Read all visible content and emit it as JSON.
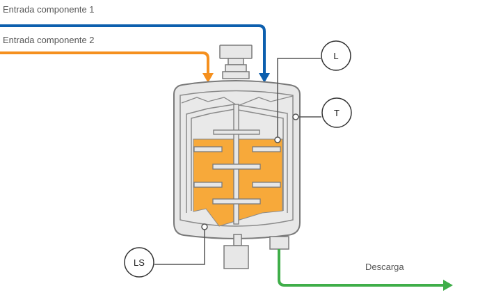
{
  "labels": {
    "inlet_1": "Entrada componente 1",
    "inlet_2": "Entrada componente 2",
    "discharge": "Descarga"
  },
  "instruments": {
    "level": "L",
    "temperature": "T",
    "level_switch": "LS"
  },
  "colors": {
    "inlet_1_line": "#0d5fae",
    "inlet_2_line": "#f5901e",
    "discharge_line": "#3fae49",
    "liquid": "#f7a93a",
    "vessel_stroke": "#7a7a7a",
    "vessel_fill": "#e7e7e7"
  },
  "fill_level": 0.72
}
